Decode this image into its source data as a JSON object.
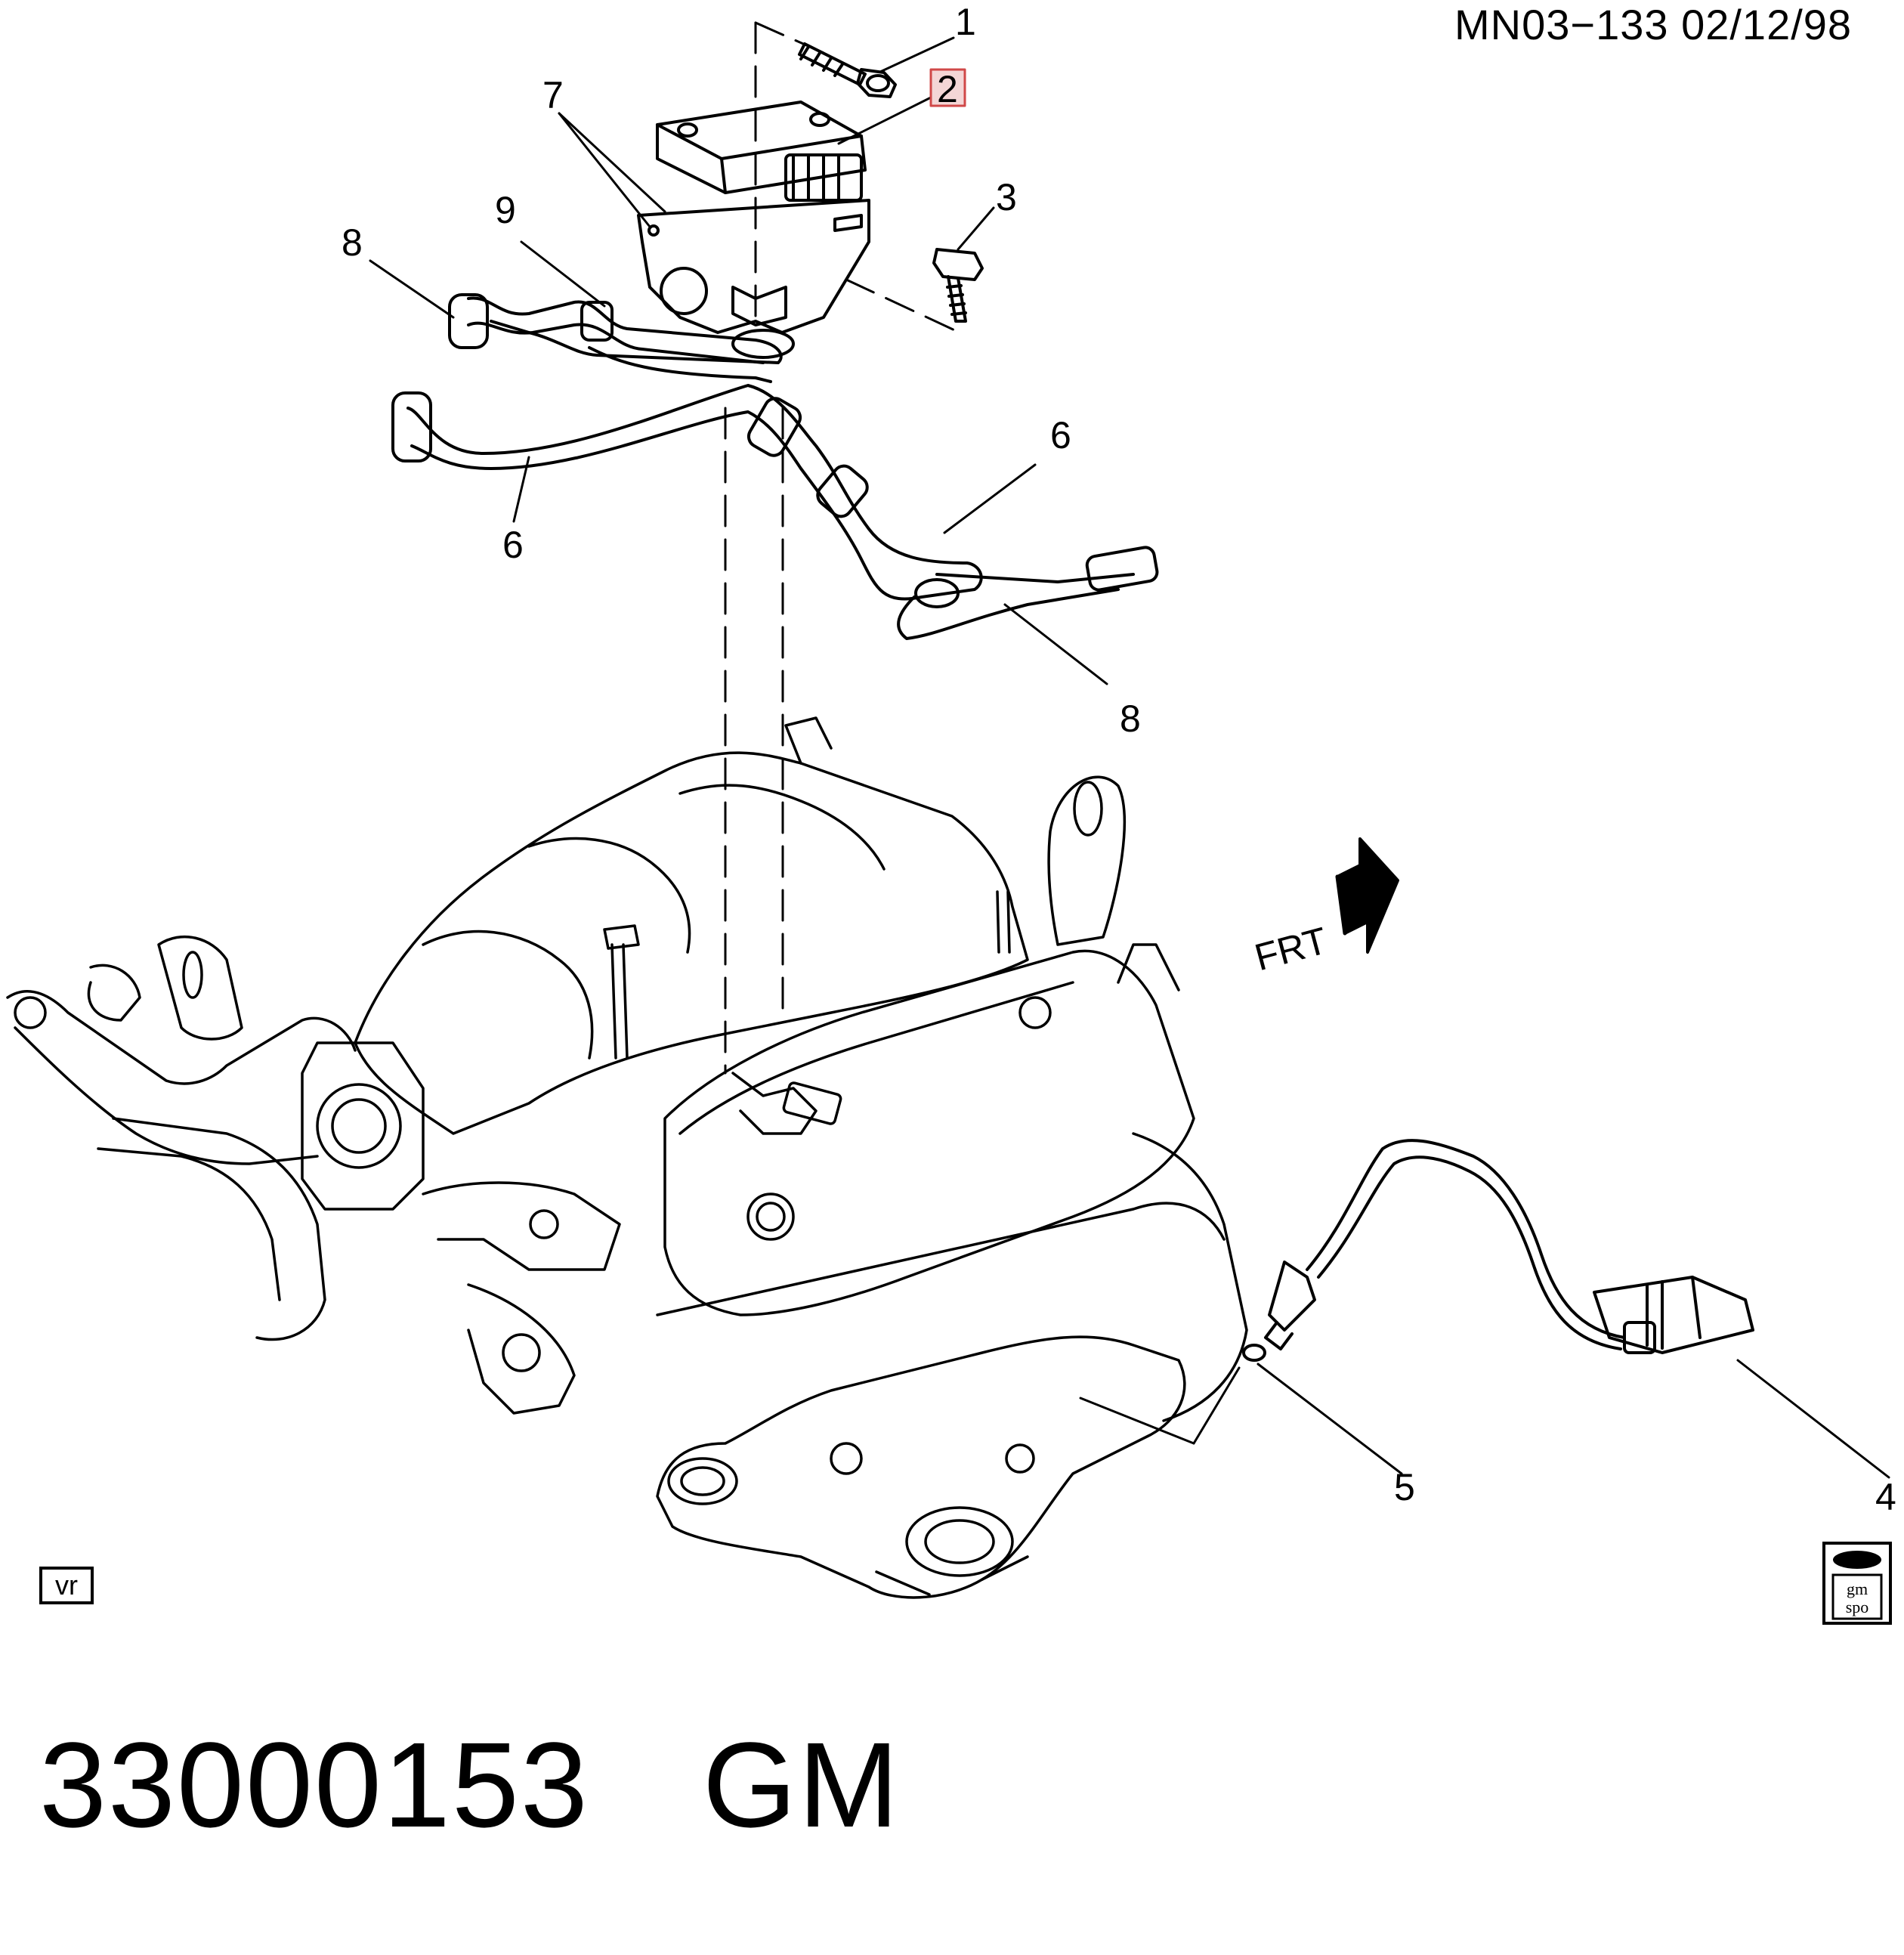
{
  "header": {
    "diagram_id": "MN03−133  02/12/98"
  },
  "callouts": {
    "c1": "1",
    "c2": "2",
    "c3": "3",
    "c4": "4",
    "c5": "5",
    "c6a": "6",
    "c6b": "6",
    "c7": "7",
    "c8a": "8",
    "c8b": "8",
    "c9": "9"
  },
  "highlighted_callout": "2",
  "direction_label": "FRT",
  "corner_tag": "vr",
  "logo": {
    "line1": "gm",
    "line2": "spo"
  },
  "footer": {
    "part_number": "33000153",
    "brand": "GM"
  },
  "colors": {
    "ink": "#000000",
    "highlight_fill": "#f4d6d6",
    "highlight_border": "#d04848"
  }
}
